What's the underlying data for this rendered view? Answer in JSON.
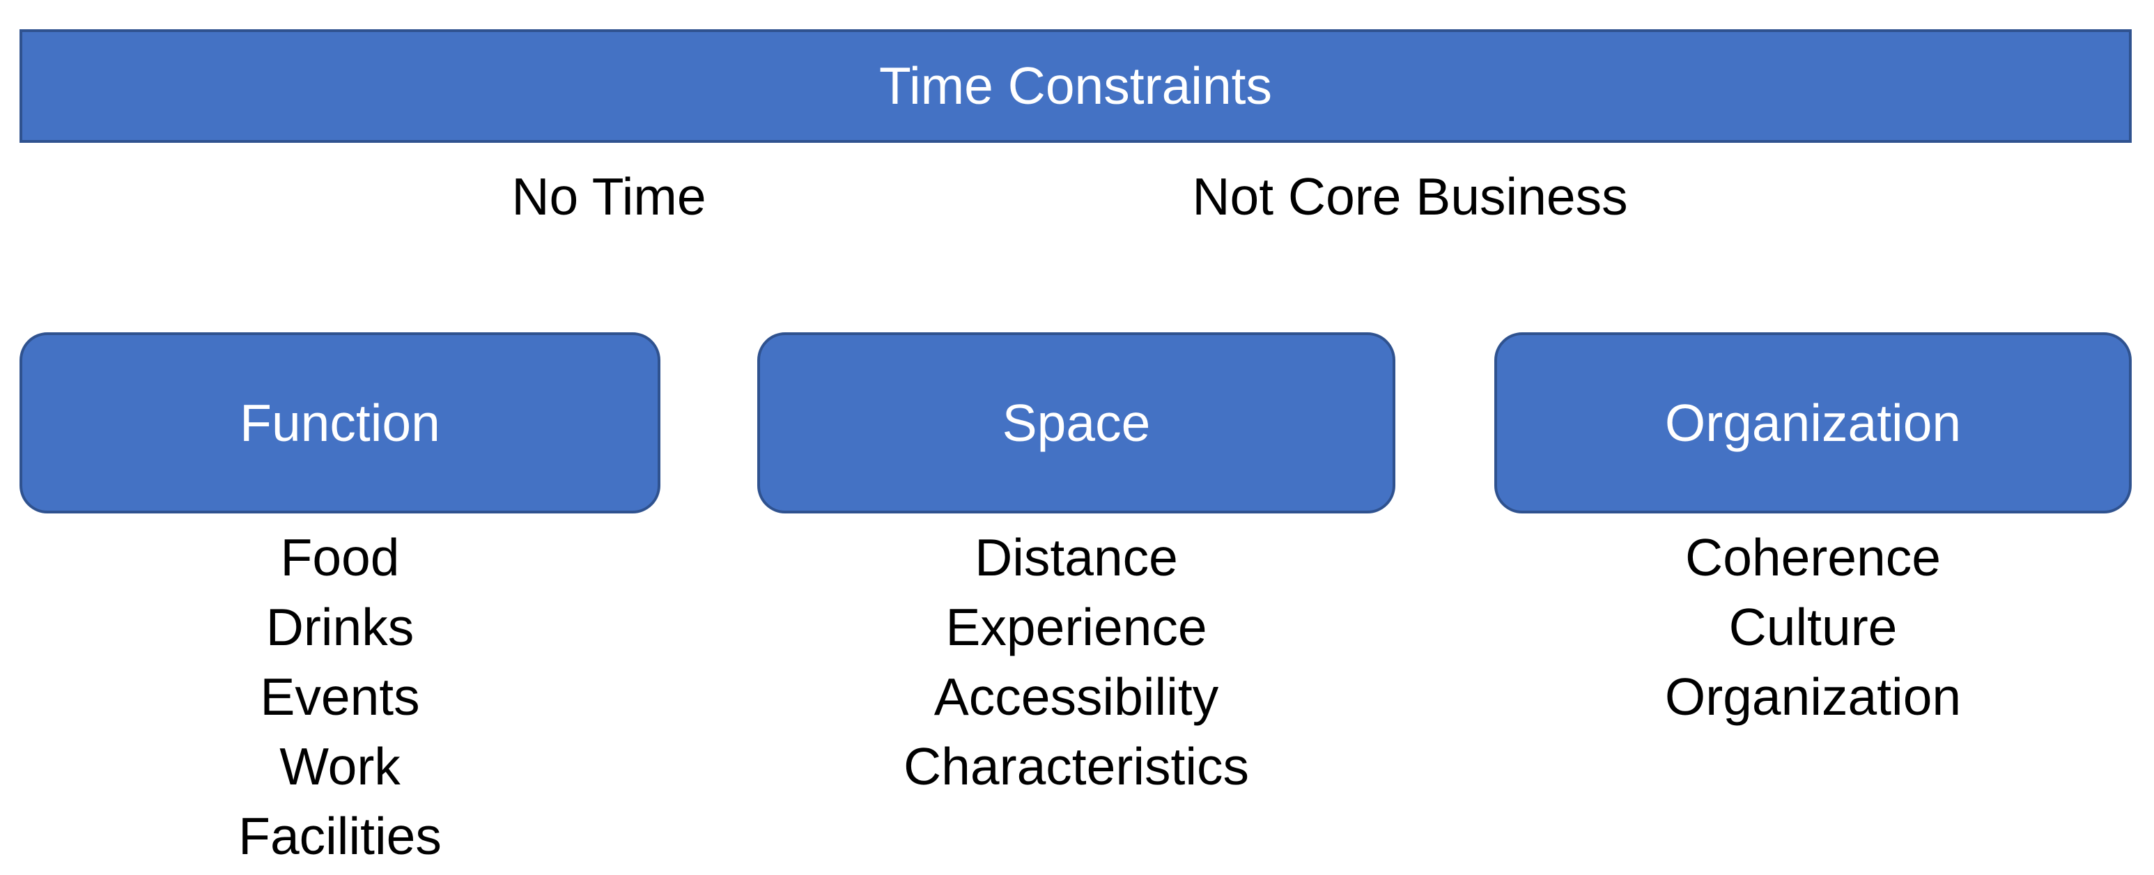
{
  "diagram": {
    "header": {
      "label": "Time Constraints"
    },
    "sub_labels": [
      "No Time",
      "Not Core Business"
    ],
    "categories": [
      {
        "label": "Function",
        "items": [
          "Food",
          "Drinks",
          "Events",
          "Work",
          "Facilities"
        ]
      },
      {
        "label": "Space",
        "items": [
          "Distance",
          "Experience",
          "Accessibility",
          "Characteristics"
        ]
      },
      {
        "label": "Organization",
        "items": [
          "Coherence",
          "Culture",
          "Organization"
        ]
      }
    ],
    "colors": {
      "shape_fill": "#4472C4",
      "shape_border": "#2F528F",
      "shape_text": "#FFFFFF",
      "body_text": "#000000",
      "background": "#FFFFFF"
    }
  }
}
